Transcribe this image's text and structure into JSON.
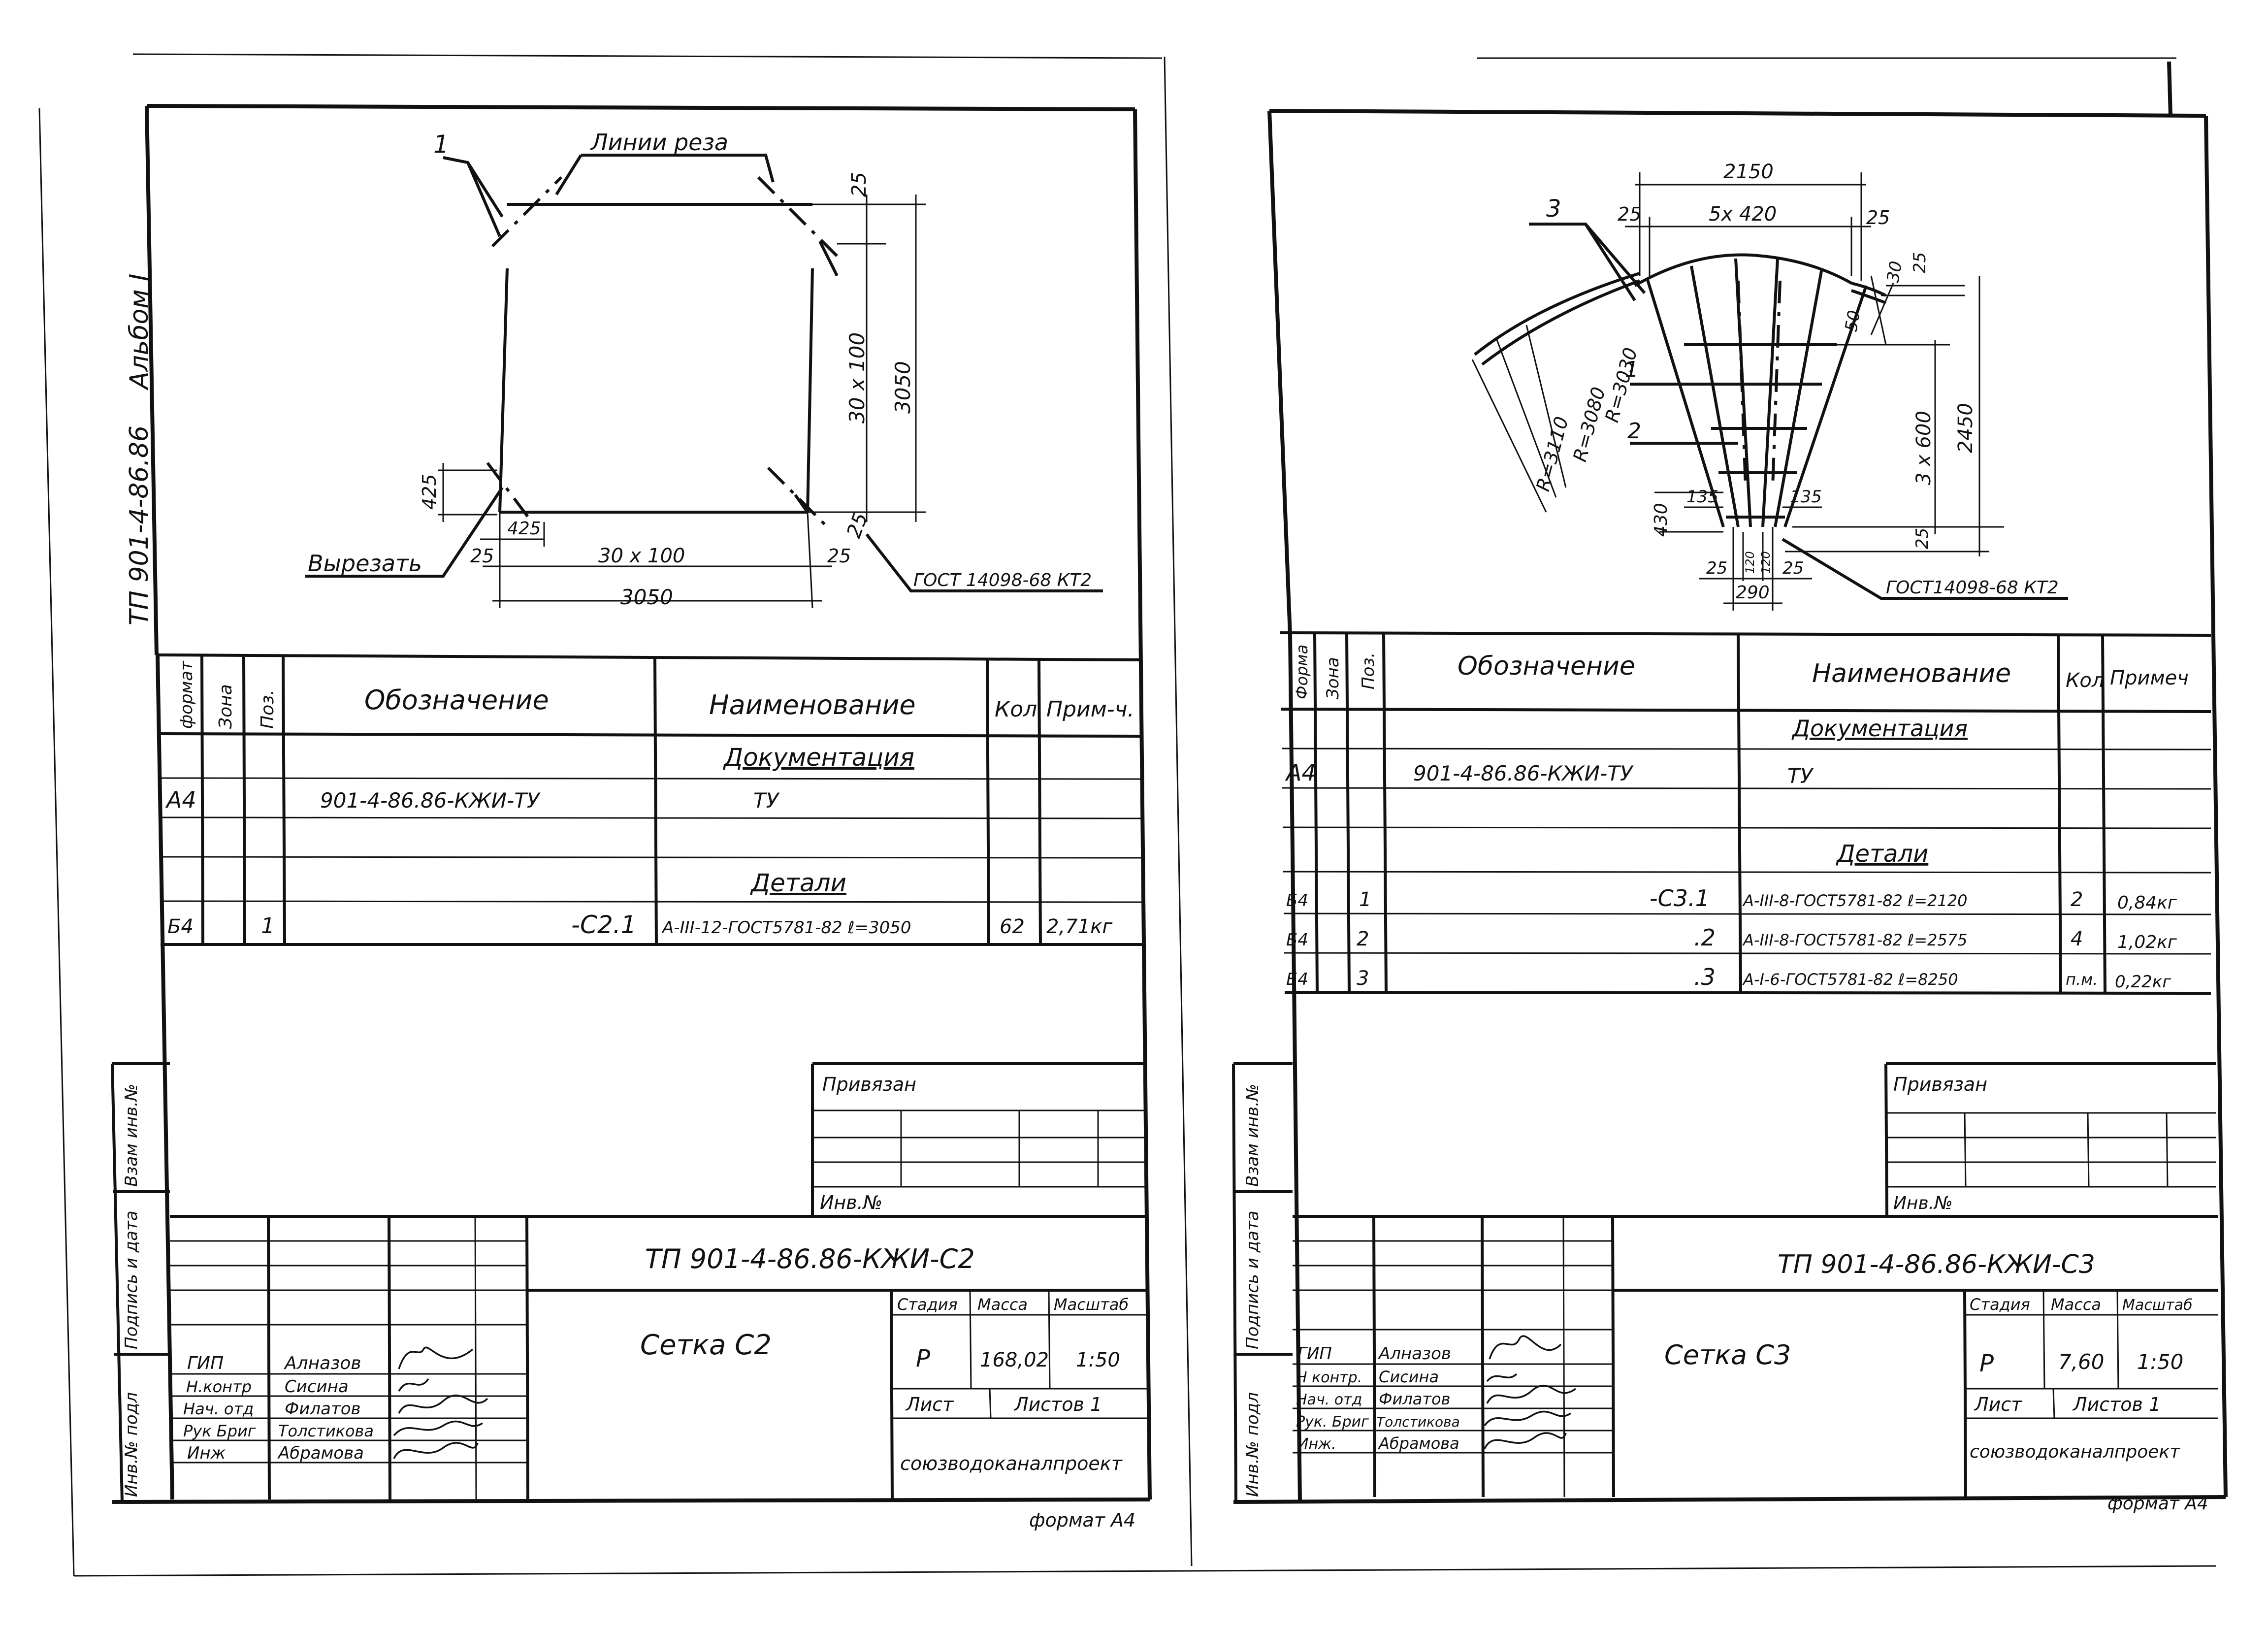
{
  "album": {
    "code": "ТП 901-4-86.86",
    "volume": "Альбом I"
  },
  "side_stamp_labels": [
    "Инв.№ подл",
    "Подпись и дата",
    "Взам инв.№"
  ],
  "sheet_left": {
    "drawing": {
      "callout_num": "1",
      "cut_lines": "Линии реза",
      "cut_out": "Вырезать",
      "dim_top": "25",
      "dim_vertical_spacing": "30 x 100",
      "dim_vertical_total": "3050",
      "dim_left_425_v": "425",
      "dim_left_425_h": "425",
      "dim_left_25": "25",
      "dim_bottom_spacing": "30 x 100",
      "dim_bottom_total": "3050",
      "dim_right_25a": "25",
      "dim_right_25b": "25",
      "gost_note": "ГОСТ 14098-68 КТ2"
    },
    "spec": {
      "headers": {
        "format": "формат",
        "zone": "Зона",
        "pos": "Поз.",
        "designation": "Обозначение",
        "name": "Наименование",
        "qty": "Кол",
        "note": "Прим-ч."
      },
      "section_docs": "Документация",
      "doc_row": {
        "format": "А4",
        "designation": "901-4-86.86-КЖИ-ТУ",
        "name": "ТУ"
      },
      "section_parts": "Детали",
      "rows": [
        {
          "format": "Б4",
          "pos": "1",
          "designation": "-С2.1",
          "name": "А-III-12-ГОСТ5781-82 ℓ=3050",
          "qty": "62",
          "note": "2,71кг"
        }
      ]
    },
    "bound": {
      "label": "Привязан",
      "inv": "Инв.№"
    },
    "title": {
      "doc_code": "ТП 901-4-86.86-КЖИ-С2",
      "item_name": "Сетка С2",
      "stage_label": "Стадия",
      "mass_label": "Масса",
      "scale_label": "Масштаб",
      "stage": "Р",
      "mass": "168,02",
      "scale": "1:50",
      "sheet_label": "Лист",
      "sheets_label": "Листов 1",
      "org": "союзводоканалпроект",
      "people": [
        {
          "role": "ГИП",
          "name": "Алназов"
        },
        {
          "role": "Н.контр",
          "name": "Сисина"
        },
        {
          "role": "Нач. отд",
          "name": "Филатов"
        },
        {
          "role": "Рук Бриг",
          "name": "Толстикова"
        },
        {
          "role": "Инж",
          "name": "Абрамова"
        }
      ]
    },
    "format_note": "формат А4"
  },
  "sheet_right": {
    "drawing": {
      "callout_num": "3",
      "dim_top_total": "2150",
      "dim_top_spacing": "5x 420",
      "dim_top_25l": "25",
      "dim_top_25r": "25",
      "dim_30": "30",
      "dim_25_tr": "25",
      "dim_50": "50",
      "dim_vertical_spacing": "3 x 600",
      "dim_vertical_total": "2450",
      "dim_r1": "R=3110",
      "dim_r2": "R=3080",
      "dim_r3": "R=3030",
      "callout_1": "1",
      "callout_2": "2",
      "dim_430": "430",
      "dim_135l": "135",
      "dim_135r": "135",
      "dim_25_bl": "25",
      "dim_25_br": "25",
      "dim_25_v": "25",
      "dim_bottom_small_a": "120",
      "dim_bottom_small_b": "120",
      "dim_bottom_total": "290",
      "gost_note": "ГОСТ14098-68 КТ2"
    },
    "spec": {
      "headers": {
        "format": "Форма",
        "zone": "Зона",
        "pos": "Поз.",
        "designation": "Обозначение",
        "name": "Наименование",
        "qty": "Кол",
        "note": "Примеч"
      },
      "section_docs": "Документация",
      "doc_row": {
        "format": "А4",
        "designation": "901-4-86.86-КЖИ-ТУ",
        "name": "ТУ"
      },
      "section_parts": "Детали",
      "rows": [
        {
          "format": "Б4",
          "pos": "1",
          "designation": "-С3.1",
          "name": "А-III-8-ГОСТ5781-82 ℓ=2120",
          "qty": "2",
          "note": "0,84кг"
        },
        {
          "format": "Б4",
          "pos": "2",
          "designation": ".2",
          "name": "А-III-8-ГОСТ5781-82 ℓ=2575",
          "qty": "4",
          "note": "1,02кг"
        },
        {
          "format": "Б4",
          "pos": "3",
          "designation": ".3",
          "name": "А-I-6-ГОСТ5781-82 ℓ=8250",
          "qty": "п.м.",
          "note": "0,22кг"
        }
      ]
    },
    "bound": {
      "label": "Привязан",
      "inv": "Инв.№"
    },
    "title": {
      "doc_code": "ТП 901-4-86.86-КЖИ-С3",
      "item_name": "Сетка С3",
      "stage_label": "Стадия",
      "mass_label": "Масса",
      "scale_label": "Масштаб",
      "stage": "Р",
      "mass": "7,60",
      "scale": "1:50",
      "sheet_label": "Лист",
      "sheets_label": "Листов 1",
      "org": "союзводоканалпроект",
      "people": [
        {
          "role": "ГИП",
          "name": "Алназов"
        },
        {
          "role": "Н контр.",
          "name": "Сисина"
        },
        {
          "role": "Нач. отд",
          "name": "Филатов"
        },
        {
          "role": "Рук. Бриг",
          "name": "Толстикова"
        },
        {
          "role": "Инж.",
          "name": "Абрамова"
        }
      ]
    },
    "format_note": "формат А4"
  }
}
